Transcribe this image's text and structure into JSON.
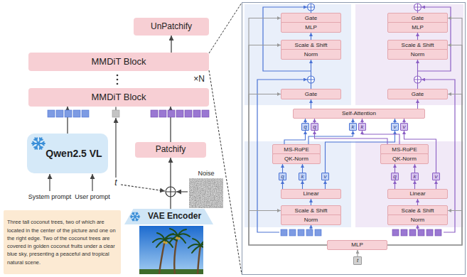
{
  "diagram": {
    "nodes": [
      {
        "text": [
          "UnPatchify"
        ]
      },
      {
        "text": [
          "MMDiT Block"
        ]
      },
      {
        "text": [
          "MMDiT Block"
        ]
      },
      {
        "text": [
          "Qwen2.5 VL"
        ]
      },
      {
        "text": [
          "Patchify"
        ]
      },
      {
        "text": [
          "VAE Encoder"
        ]
      },
      {
        "text": [
          "Three tall coconut trees, two of which are located in the center of the picture and one on the right edge. Two of the coconut trees are covered in golden coconut fruits under a clear blue sky, presenting a peaceful and tropical natural scene."
        ]
      },
      {
        "text": [
          "Gate"
        ]
      },
      {
        "text": [
          "MLP"
        ]
      },
      {
        "text": [
          "Scale & Shift"
        ]
      },
      {
        "text": [
          "Norm"
        ]
      },
      {
        "text": [
          "Gate"
        ]
      },
      {
        "text": [
          "MLP"
        ]
      },
      {
        "text": [
          "Scale & Shift"
        ]
      },
      {
        "text": [
          "Norm"
        ]
      },
      {
        "text": [
          "Gate"
        ]
      },
      {
        "text": [
          "Gate"
        ]
      },
      {
        "text": [
          "Self-Attention"
        ]
      },
      {
        "text": [
          "q"
        ]
      },
      {
        "text": [
          "q"
        ]
      },
      {
        "text": [
          "k"
        ]
      },
      {
        "text": [
          "k"
        ]
      },
      {
        "text": [
          "v"
        ]
      },
      {
        "text": [
          "v"
        ]
      },
      {
        "text": [
          "MS-RoPE"
        ]
      },
      {
        "text": [
          "QK-Norm"
        ]
      },
      {
        "text": [
          "MS-RoPE"
        ]
      },
      {
        "text": [
          "QK-Norm"
        ]
      },
      {
        "text": [
          "q"
        ]
      },
      {
        "text": [
          "k"
        ]
      },
      {
        "text": [
          "v"
        ]
      },
      {
        "text": [
          "q"
        ]
      },
      {
        "text": [
          "k"
        ]
      },
      {
        "text": [
          "v"
        ]
      },
      {
        "text": [
          "Linear"
        ]
      },
      {
        "text": [
          "Linear"
        ]
      },
      {
        "text": [
          "Scale & Shift"
        ]
      },
      {
        "text": [
          "Norm"
        ]
      },
      {
        "text": [
          "Scale & Shift"
        ]
      },
      {
        "text": [
          "Norm"
        ]
      },
      {
        "text": [
          "MLP"
        ]
      },
      {
        "text": [
          "t"
        ]
      }
    ],
    "edges": [
      {
        "from": 1,
        "to": 0,
        "arrow": "to"
      },
      {
        "from": 3,
        "to": 2,
        "arrow": "to"
      },
      {
        "from": 4,
        "to": 2,
        "arrow": "to"
      },
      {
        "from": 5,
        "to": 4,
        "arrow": "to"
      },
      {
        "from": 41,
        "to": 40,
        "arrow": "to"
      },
      {
        "from": 36,
        "to": 34,
        "arrow": "to"
      },
      {
        "from": 38,
        "to": 35,
        "arrow": "to"
      },
      {
        "from": 34,
        "to": 28,
        "arrow": "to"
      },
      {
        "from": 34,
        "to": 29,
        "arrow": "to"
      },
      {
        "from": 34,
        "to": 30,
        "arrow": "to"
      },
      {
        "from": 35,
        "to": 31,
        "arrow": "to"
      },
      {
        "from": 35,
        "to": 32,
        "arrow": "to"
      },
      {
        "from": 35,
        "to": 33,
        "arrow": "to"
      },
      {
        "from": 28,
        "to": 25,
        "arrow": "to"
      },
      {
        "from": 29,
        "to": 25,
        "arrow": "to"
      },
      {
        "from": 31,
        "to": 27,
        "arrow": "to"
      },
      {
        "from": 32,
        "to": 27,
        "arrow": "to"
      },
      {
        "from": 24,
        "to": 18,
        "arrow": "to"
      },
      {
        "from": 24,
        "to": 20,
        "arrow": "to"
      },
      {
        "from": 30,
        "to": 22,
        "arrow": "to"
      },
      {
        "from": 26,
        "to": 19,
        "arrow": "to"
      },
      {
        "from": 26,
        "to": 21,
        "arrow": "to"
      },
      {
        "from": 33,
        "to": 23,
        "arrow": "to"
      },
      {
        "from": 18,
        "to": 17,
        "arrow": "to"
      },
      {
        "from": 19,
        "to": 17,
        "arrow": "to"
      },
      {
        "from": 20,
        "to": 17,
        "arrow": "to"
      },
      {
        "from": 21,
        "to": 17,
        "arrow": "to"
      },
      {
        "from": 22,
        "to": 17,
        "arrow": "to"
      },
      {
        "from": 23,
        "to": 17,
        "arrow": "to"
      },
      {
        "from": 17,
        "to": 15,
        "arrow": "to"
      },
      {
        "from": 17,
        "to": 16,
        "arrow": "to"
      },
      {
        "from": 15,
        "to": 10,
        "arrow": "to"
      },
      {
        "from": 16,
        "to": 14,
        "arrow": "to"
      },
      {
        "from": 9,
        "to": 8,
        "arrow": "to"
      },
      {
        "from": 13,
        "to": 12,
        "arrow": "to"
      },
      {
        "from": 40,
        "to": 36,
        "arrow": "to"
      },
      {
        "from": 40,
        "to": 15,
        "arrow": "to"
      },
      {
        "from": 40,
        "to": 9,
        "arrow": "to"
      },
      {
        "from": 40,
        "to": 7,
        "arrow": "to"
      },
      {
        "from": 40,
        "to": 38,
        "arrow": "to"
      },
      {
        "from": 40,
        "to": 16,
        "arrow": "to"
      },
      {
        "from": 40,
        "to": 13,
        "arrow": "to"
      },
      {
        "from": 40,
        "to": 11,
        "arrow": "to"
      }
    ],
    "labels": [
      "×N",
      "System prompt",
      "User prompt",
      "t",
      "Noise"
    ]
  }
}
